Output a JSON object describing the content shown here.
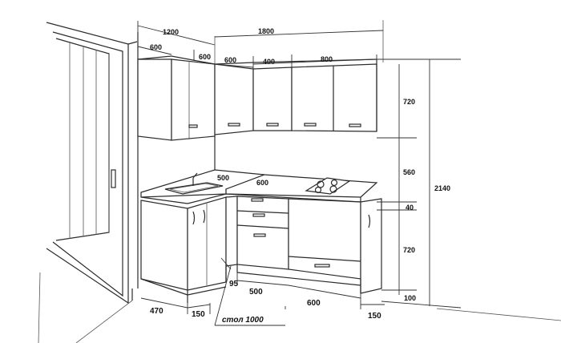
{
  "dimensions": {
    "upper_total_left": "1200",
    "upper_total_right": "1800",
    "upper_left_module": "600",
    "upper_corner_left": "600",
    "upper_corner_right": "600",
    "upper_mid_module": "400",
    "upper_right_module": "800",
    "height_upper": "720",
    "height_gap": "560",
    "height_top": "40",
    "height_lower": "720",
    "height_plinth": "100",
    "height_total": "2140",
    "sink_depth": "500",
    "worktop_depth": "600",
    "gap_95": "95",
    "lower_drawers": "500",
    "lower_oven": "600",
    "side_150_right": "150",
    "side_470": "470",
    "side_150_left": "150",
    "table_label": "стол 1000"
  }
}
